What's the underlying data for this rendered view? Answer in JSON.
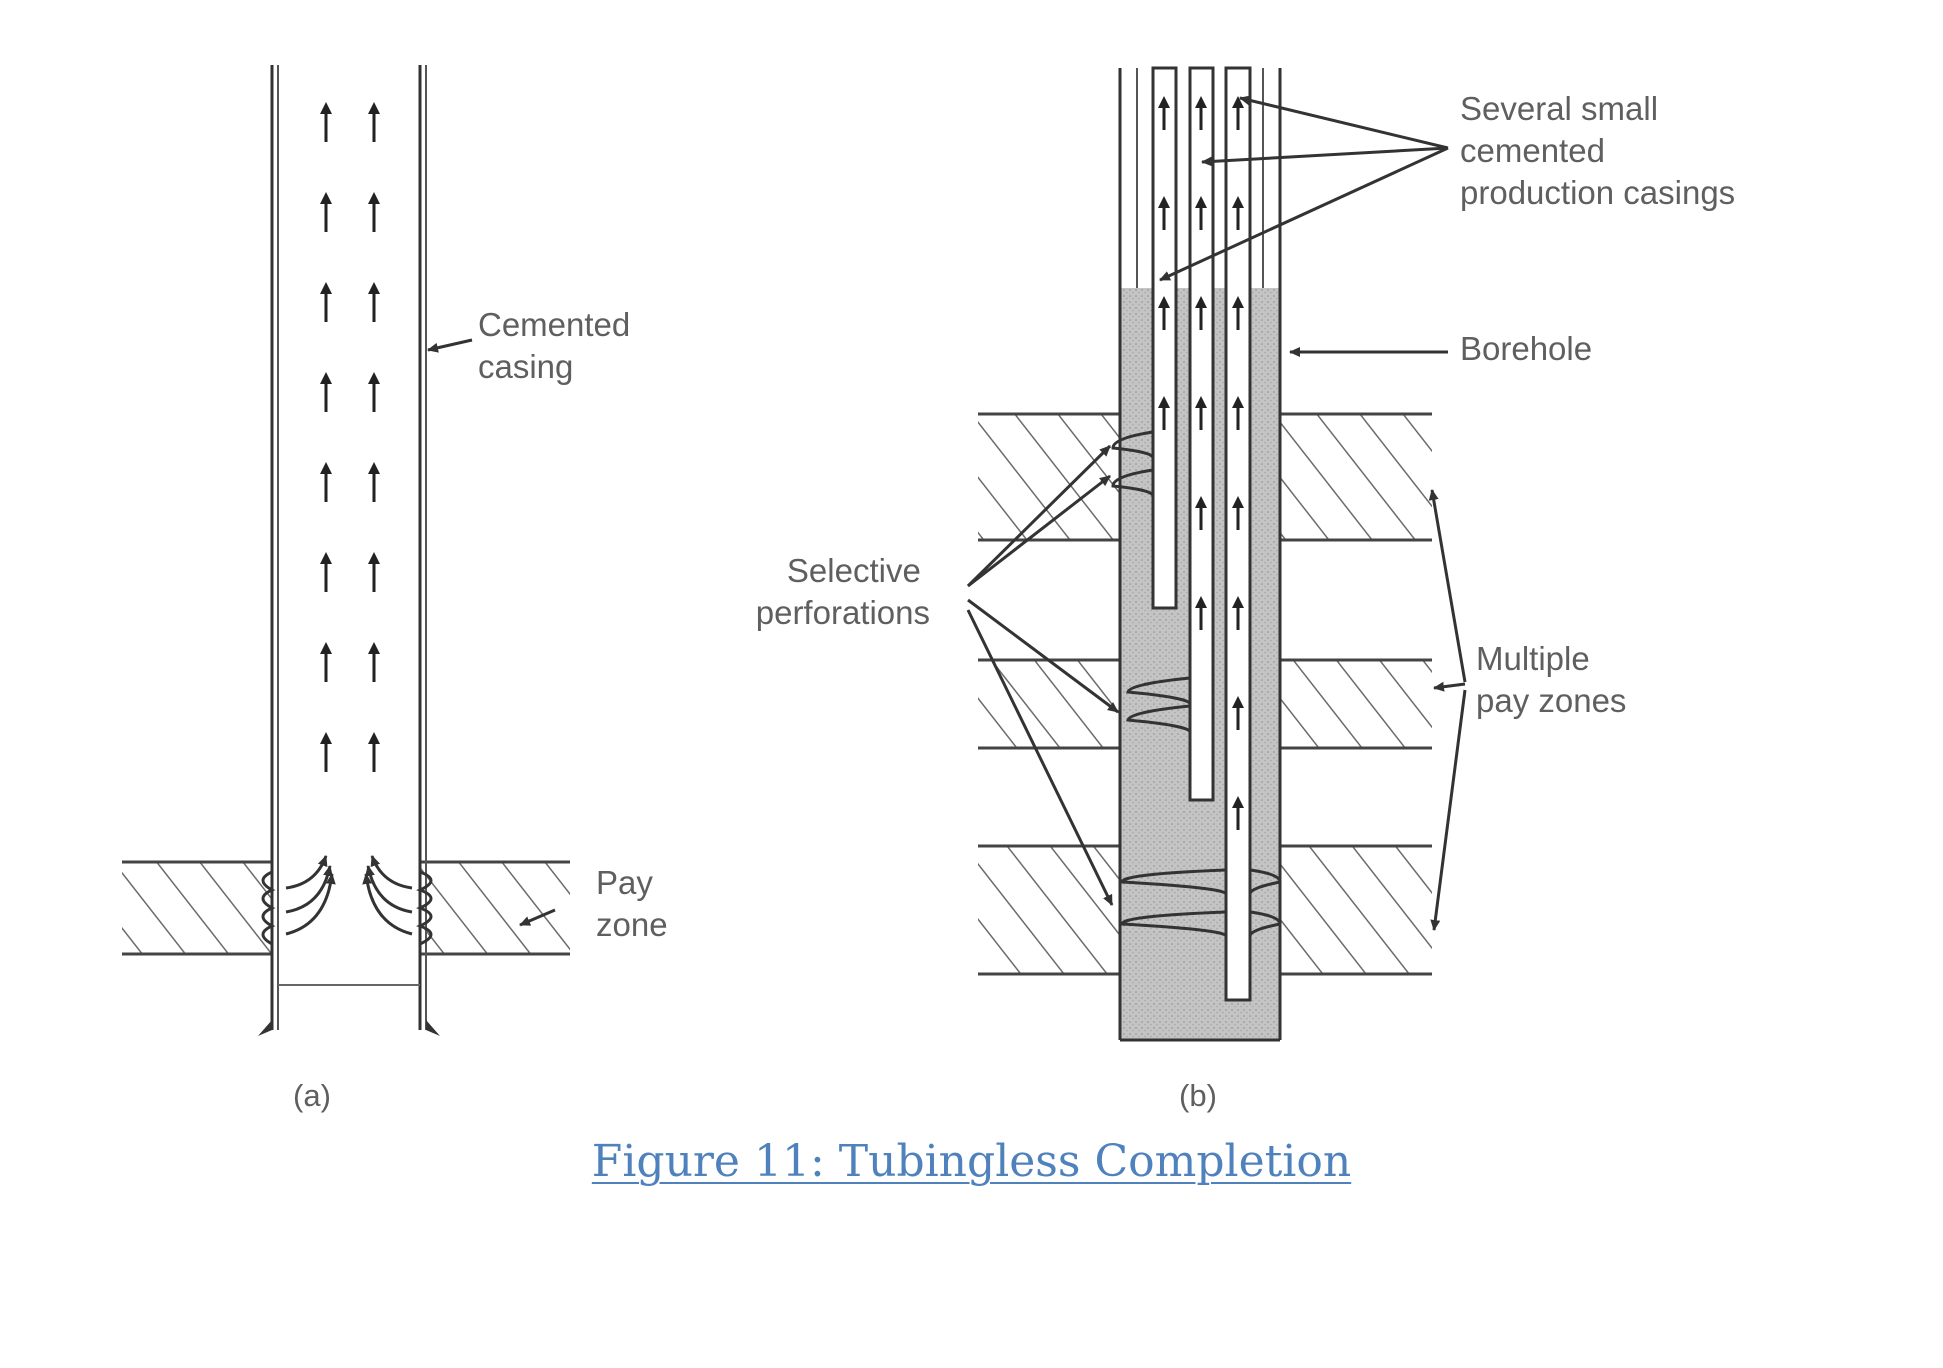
{
  "figure_a": {
    "casing_label": [
      "Cemented",
      "casing"
    ],
    "zone_label": [
      "Pay",
      "zone"
    ],
    "panel_label": "(a)"
  },
  "figure_b": {
    "casings_label": [
      "Several small",
      "cemented",
      "production casings"
    ],
    "borehole_label": "Borehole",
    "perforations_label": [
      "Selective",
      "perforations"
    ],
    "zones_label": [
      "Multiple",
      "pay zones"
    ],
    "panel_label": "(b)"
  },
  "caption": "Figure 11: Tubingless Completion"
}
